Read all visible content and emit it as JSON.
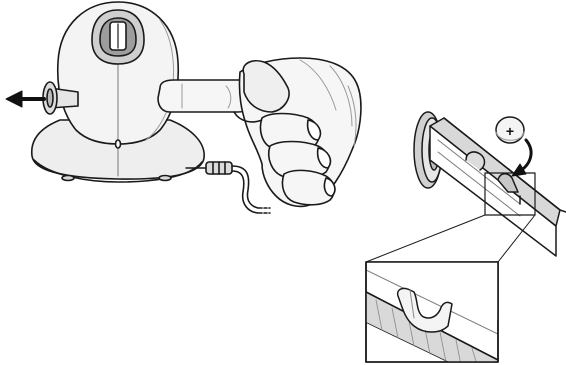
{
  "figure": {
    "kind": "illustration",
    "panels": [
      {
        "id": "left",
        "content": "device-speaker-with-pull-tab-and-hand"
      },
      {
        "id": "right",
        "content": "battery-compartment-with-coin-cell-and-zoom-inset"
      }
    ],
    "annotations": {
      "pull_direction": "left",
      "insert_direction": "down",
      "battery_symbol": "+"
    },
    "colors": {
      "outline": "#1a1a1a",
      "fill_light": "#f2f2f2",
      "fill_mid": "#d8d8d8",
      "fill_dark": "#a9a9a9",
      "paper": "#ffffff"
    }
  }
}
